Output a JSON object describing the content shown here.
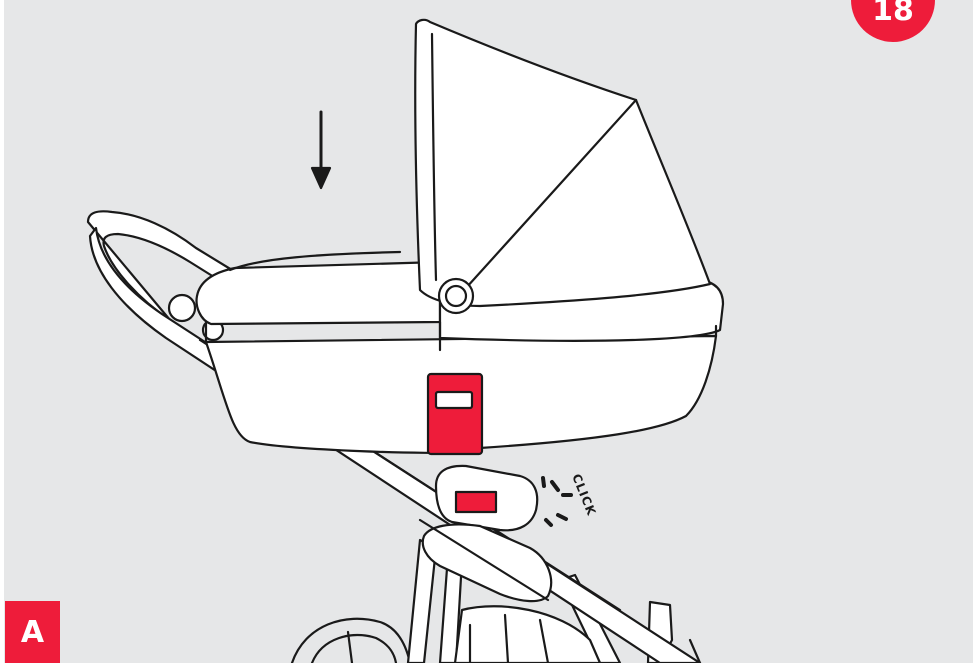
{
  "step": {
    "number": "18"
  },
  "variant": {
    "label": "A"
  },
  "annotation": {
    "sound": "CLICK"
  },
  "colors": {
    "background": "#e6e7e8",
    "frame": "#ffffff",
    "accent": "#ee1c3a",
    "outline": "#1a1a1a",
    "fill": "#ffffff"
  },
  "icons": {
    "direction": "arrow-down-icon",
    "release": "click-burst-icon"
  }
}
